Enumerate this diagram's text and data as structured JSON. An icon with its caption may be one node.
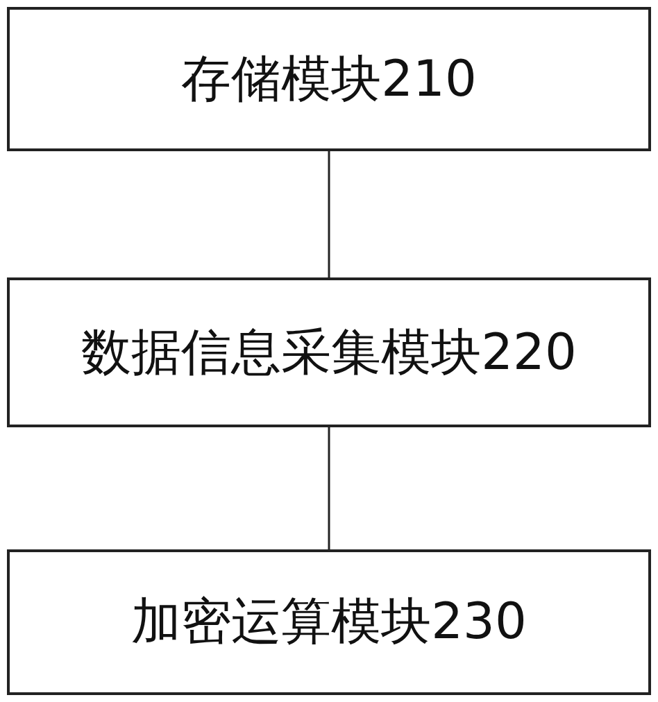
{
  "diagram": {
    "nodes": [
      {
        "text": [
          "存储模块210"
        ]
      },
      {
        "text": [
          "数据信息采集模块220"
        ]
      },
      {
        "text": [
          "加密运算模块230"
        ]
      }
    ],
    "edges": [
      {
        "from": 0,
        "to": 1,
        "arrow": "none"
      },
      {
        "from": 1,
        "to": 2,
        "arrow": "none"
      }
    ]
  }
}
